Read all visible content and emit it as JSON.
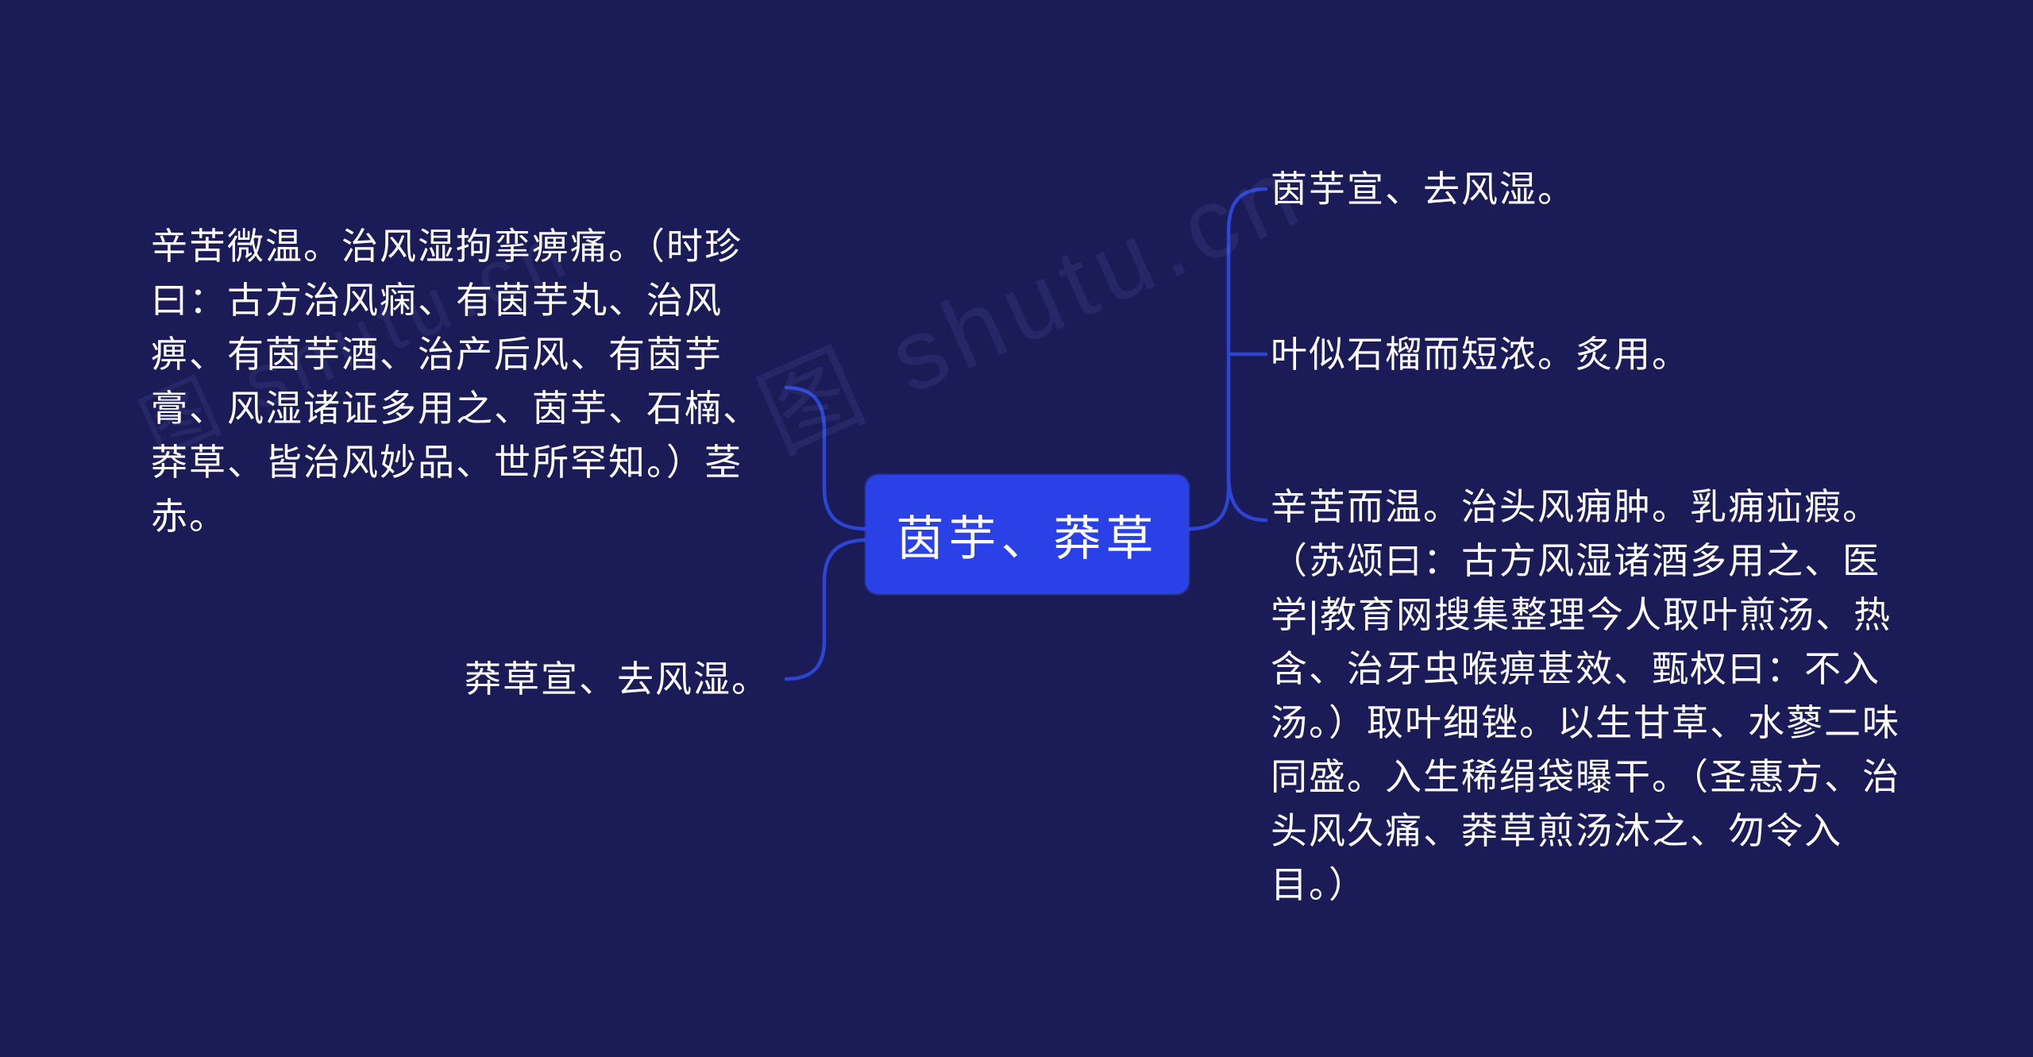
{
  "page": {
    "background_color": "#1b1b57",
    "watermark_text": "图 shutu.cn"
  },
  "mindmap": {
    "root": {
      "label": "茵芋、莽草",
      "fill_color": "#2a41e8",
      "text_color": "#ffffff"
    },
    "edge_color": "#2c45d4",
    "left_branches": [
      {
        "text": "辛苦微温。治风湿拘挛痹痛。（时珍曰：古方治风痫、有茵芋丸、治风痹、有茵芋酒、治产后风、有茵芋膏、风湿诸证多用之、茵芋、石楠、莽草、皆治风妙品、世所罕知。）茎赤。"
      },
      {
        "text": "莽草宣、去风湿。"
      }
    ],
    "right_branches": [
      {
        "text": "茵芋宣、去风湿。"
      },
      {
        "text": "叶似石榴而短浓。炙用。"
      },
      {
        "text": "辛苦而温。治头风痈肿。乳痈疝瘕。（苏颂曰：古方风湿诸酒多用之、医学|教育网搜集整理今人取叶煎汤、热含、治牙虫喉痹甚效、甄权曰：不入汤。）取叶细锉。以生甘草、水蓼二味同盛。入生稀绢袋曝干。（圣惠方、治头风久痛、莽草煎汤沐之、勿令入目。）"
      }
    ]
  }
}
